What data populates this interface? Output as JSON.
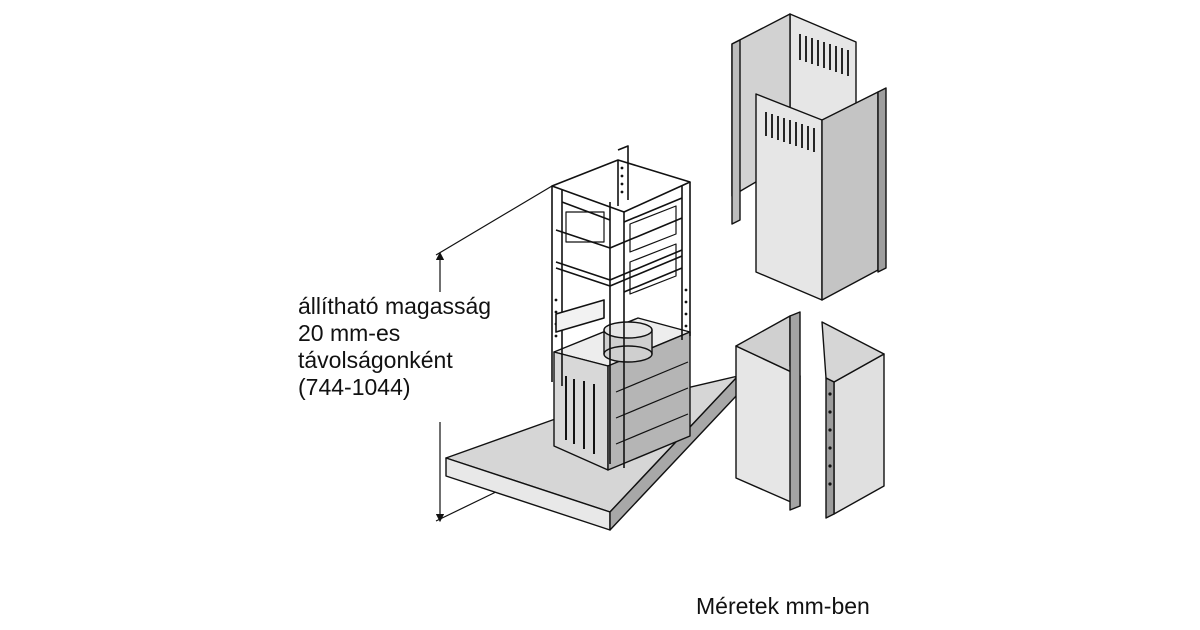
{
  "height_annotation": {
    "line1": "állítható magasság",
    "line2": "20 mm-es",
    "line3": "távolságonként",
    "line4": "(744-1044)"
  },
  "units_note": "Méretek mm-ben",
  "colors": {
    "ink": "#111111",
    "panel_front": "#d9d9d9",
    "panel_side": "#bcbcbc",
    "panel_top": "#cfcfcf",
    "dark_side": "#8a8a8a"
  }
}
